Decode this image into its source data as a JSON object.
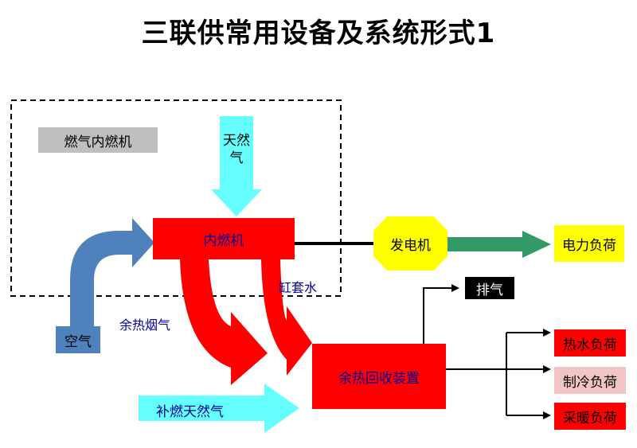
{
  "title": "三联供常用设备及系统形式1",
  "nodes": {
    "engine_group": "燃气内燃机",
    "engine": "内燃机",
    "generator": "发电机",
    "electric_load": "电力负荷",
    "exhaust": "排气",
    "air": "空气",
    "recovery": "余热回收装置",
    "hot_water_load": "热水负荷",
    "cooling_load": "制冷负荷",
    "heating_load": "采暖负荷"
  },
  "labels": {
    "natural_gas": "天然气",
    "jacket_water": "缸套水",
    "flue_gas": "余热烟气",
    "supplementary_gas": "补燃天然气"
  },
  "colors": {
    "red": "#ff0000",
    "cyan": "#66ffff",
    "steel_blue": "#4f81bd",
    "yellow": "#ffff00",
    "green": "#339966",
    "gray": "#bfbfbf",
    "pink": "#f2c4c4",
    "black": "#000000",
    "label_blue": "#000099"
  }
}
